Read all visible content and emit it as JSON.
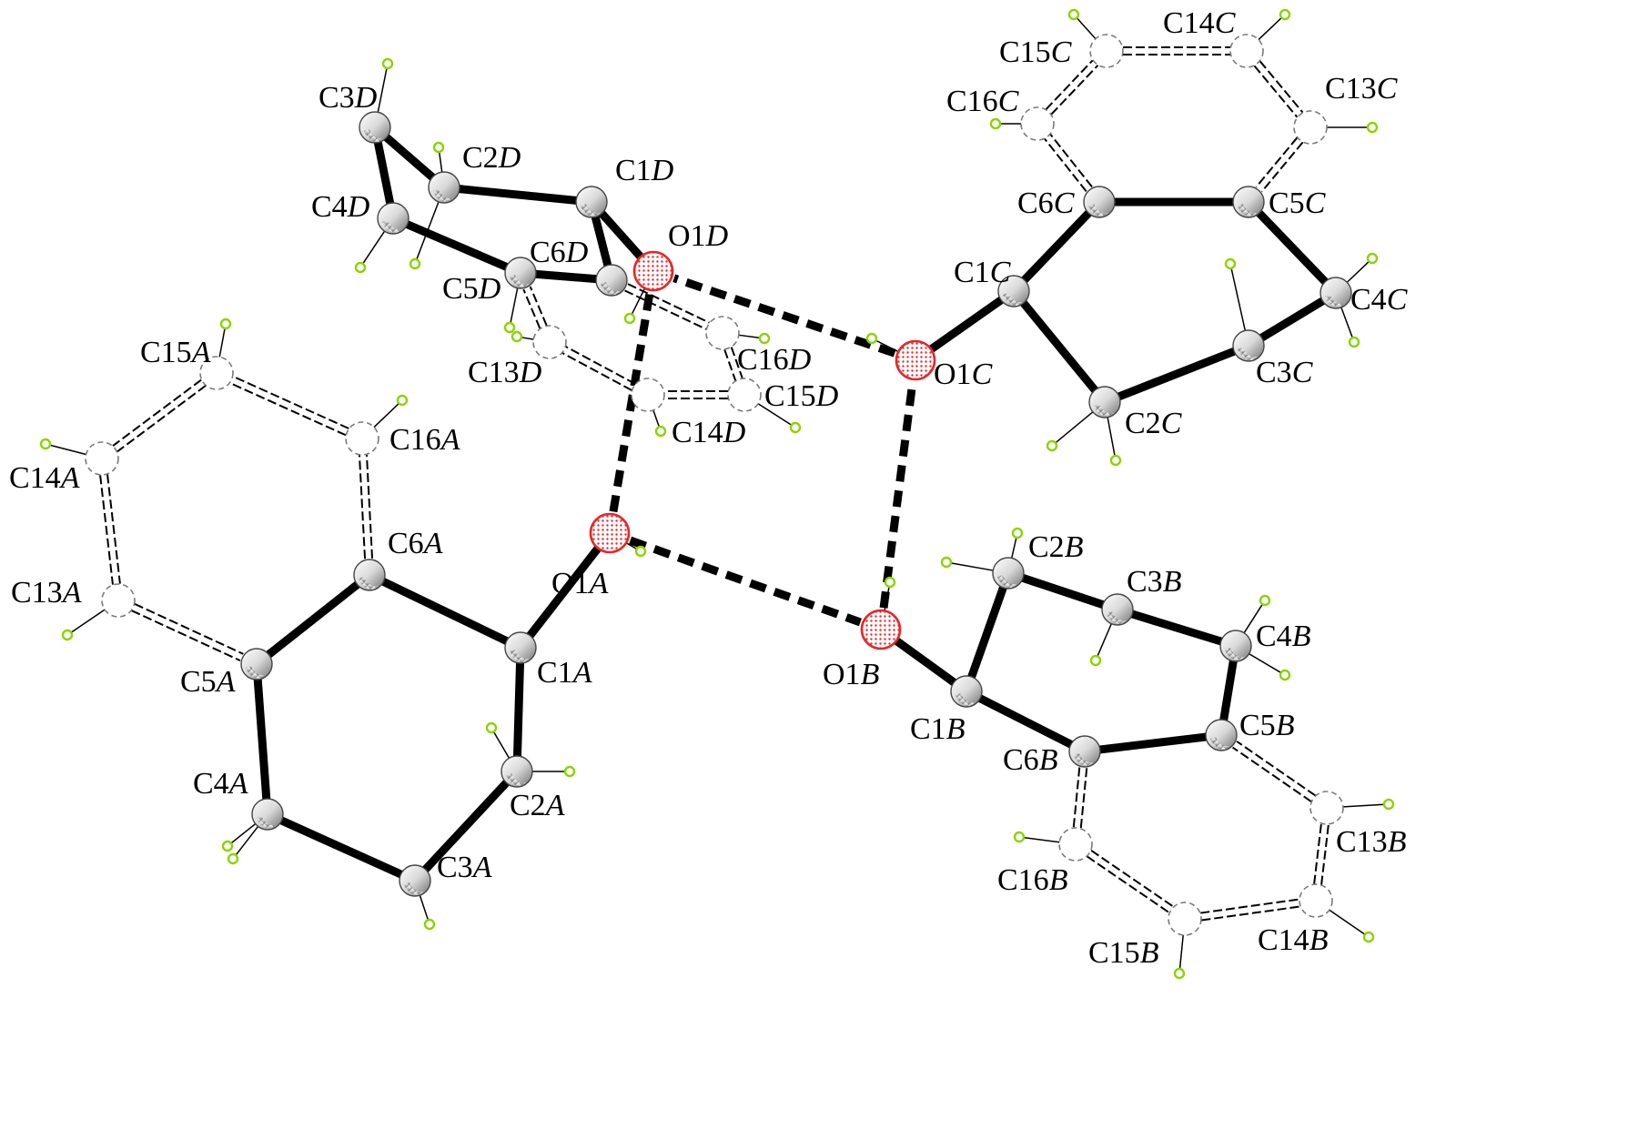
{
  "figure": {
    "molecules": [
      "A",
      "B",
      "C",
      "D"
    ],
    "atoms": [
      {
        "id": "C1A",
        "element": "C",
        "molecule": "A"
      },
      {
        "id": "C2A",
        "element": "C",
        "molecule": "A"
      },
      {
        "id": "C3A",
        "element": "C",
        "molecule": "A"
      },
      {
        "id": "C4A",
        "element": "C",
        "molecule": "A"
      },
      {
        "id": "C5A",
        "element": "C",
        "molecule": "A"
      },
      {
        "id": "C6A",
        "element": "C",
        "molecule": "A"
      },
      {
        "id": "C13A",
        "element": "C",
        "molecule": "A",
        "disordered": true
      },
      {
        "id": "C14A",
        "element": "C",
        "molecule": "A",
        "disordered": true
      },
      {
        "id": "C15A",
        "element": "C",
        "molecule": "A",
        "disordered": true
      },
      {
        "id": "C16A",
        "element": "C",
        "molecule": "A",
        "disordered": true
      },
      {
        "id": "O1A",
        "element": "O",
        "molecule": "A"
      },
      {
        "id": "C1B",
        "element": "C",
        "molecule": "B"
      },
      {
        "id": "C2B",
        "element": "C",
        "molecule": "B"
      },
      {
        "id": "C3B",
        "element": "C",
        "molecule": "B"
      },
      {
        "id": "C4B",
        "element": "C",
        "molecule": "B"
      },
      {
        "id": "C5B",
        "element": "C",
        "molecule": "B"
      },
      {
        "id": "C6B",
        "element": "C",
        "molecule": "B"
      },
      {
        "id": "C13B",
        "element": "C",
        "molecule": "B",
        "disordered": true
      },
      {
        "id": "C14B",
        "element": "C",
        "molecule": "B",
        "disordered": true
      },
      {
        "id": "C15B",
        "element": "C",
        "molecule": "B",
        "disordered": true
      },
      {
        "id": "C16B",
        "element": "C",
        "molecule": "B",
        "disordered": true
      },
      {
        "id": "O1B",
        "element": "O",
        "molecule": "B"
      },
      {
        "id": "C1C",
        "element": "C",
        "molecule": "C"
      },
      {
        "id": "C2C",
        "element": "C",
        "molecule": "C"
      },
      {
        "id": "C3C",
        "element": "C",
        "molecule": "C"
      },
      {
        "id": "C4C",
        "element": "C",
        "molecule": "C"
      },
      {
        "id": "C5C",
        "element": "C",
        "molecule": "C"
      },
      {
        "id": "C6C",
        "element": "C",
        "molecule": "C"
      },
      {
        "id": "C13C",
        "element": "C",
        "molecule": "C",
        "disordered": true
      },
      {
        "id": "C14C",
        "element": "C",
        "molecule": "C",
        "disordered": true
      },
      {
        "id": "C15C",
        "element": "C",
        "molecule": "C",
        "disordered": true
      },
      {
        "id": "C16C",
        "element": "C",
        "molecule": "C",
        "disordered": true
      },
      {
        "id": "O1C",
        "element": "O",
        "molecule": "C"
      },
      {
        "id": "C1D",
        "element": "C",
        "molecule": "D"
      },
      {
        "id": "C2D",
        "element": "C",
        "molecule": "D"
      },
      {
        "id": "C3D",
        "element": "C",
        "molecule": "D"
      },
      {
        "id": "C4D",
        "element": "C",
        "molecule": "D"
      },
      {
        "id": "C5D",
        "element": "C",
        "molecule": "D"
      },
      {
        "id": "C6D",
        "element": "C",
        "molecule": "D"
      },
      {
        "id": "C13D",
        "element": "C",
        "molecule": "D",
        "disordered": true
      },
      {
        "id": "C14D",
        "element": "C",
        "molecule": "D",
        "disordered": true
      },
      {
        "id": "C15D",
        "element": "C",
        "molecule": "D",
        "disordered": true
      },
      {
        "id": "C16D",
        "element": "C",
        "molecule": "D",
        "disordered": true
      },
      {
        "id": "O1D",
        "element": "O",
        "molecule": "D"
      }
    ],
    "labels": [
      {
        "atom": "C1A",
        "num": "C1",
        "mol": "A"
      },
      {
        "atom": "C2A",
        "num": "C2",
        "mol": "A"
      },
      {
        "atom": "C3A",
        "num": "C3",
        "mol": "A"
      },
      {
        "atom": "C4A",
        "num": "C4",
        "mol": "A"
      },
      {
        "atom": "C5A",
        "num": "C5",
        "mol": "A"
      },
      {
        "atom": "C6A",
        "num": "C6",
        "mol": "A"
      },
      {
        "atom": "C13A",
        "num": "C13",
        "mol": "A"
      },
      {
        "atom": "C14A",
        "num": "C14",
        "mol": "A"
      },
      {
        "atom": "C15A",
        "num": "C15",
        "mol": "A"
      },
      {
        "atom": "C16A",
        "num": "C16",
        "mol": "A"
      },
      {
        "atom": "O1A",
        "num": "O1",
        "mol": "A"
      },
      {
        "atom": "C1B",
        "num": "C1",
        "mol": "B"
      },
      {
        "atom": "C2B",
        "num": "C2",
        "mol": "B"
      },
      {
        "atom": "C3B",
        "num": "C3",
        "mol": "B"
      },
      {
        "atom": "C4B",
        "num": "C4",
        "mol": "B"
      },
      {
        "atom": "C5B",
        "num": "C5",
        "mol": "B"
      },
      {
        "atom": "C6B",
        "num": "C6",
        "mol": "B"
      },
      {
        "atom": "C13B",
        "num": "C13",
        "mol": "B"
      },
      {
        "atom": "C14B",
        "num": "C14",
        "mol": "B"
      },
      {
        "atom": "C15B",
        "num": "C15",
        "mol": "B"
      },
      {
        "atom": "C16B",
        "num": "C16",
        "mol": "B"
      },
      {
        "atom": "O1B",
        "num": "O1",
        "mol": "B"
      },
      {
        "atom": "C1C",
        "num": "C1",
        "mol": "C"
      },
      {
        "atom": "C2C",
        "num": "C2",
        "mol": "C"
      },
      {
        "atom": "C3C",
        "num": "C3",
        "mol": "C"
      },
      {
        "atom": "C4C",
        "num": "C4",
        "mol": "C"
      },
      {
        "atom": "C5C",
        "num": "C5",
        "mol": "C"
      },
      {
        "atom": "C6C",
        "num": "C6",
        "mol": "C"
      },
      {
        "atom": "C13C",
        "num": "C13",
        "mol": "C"
      },
      {
        "atom": "C14C",
        "num": "C14",
        "mol": "C"
      },
      {
        "atom": "C15C",
        "num": "C15",
        "mol": "C"
      },
      {
        "atom": "C16C",
        "num": "C16",
        "mol": "C"
      },
      {
        "atom": "O1C",
        "num": "O1",
        "mol": "C"
      },
      {
        "atom": "C1D",
        "num": "C1",
        "mol": "D"
      },
      {
        "atom": "C2D",
        "num": "C2",
        "mol": "D"
      },
      {
        "atom": "C3D",
        "num": "C3",
        "mol": "D"
      },
      {
        "atom": "C4D",
        "num": "C4",
        "mol": "D"
      },
      {
        "atom": "C5D",
        "num": "C5",
        "mol": "D"
      },
      {
        "atom": "C6D",
        "num": "C6",
        "mol": "D"
      },
      {
        "atom": "C13D",
        "num": "C13",
        "mol": "D"
      },
      {
        "atom": "C14D",
        "num": "C14",
        "mol": "D"
      },
      {
        "atom": "C15D",
        "num": "C15",
        "mol": "D"
      },
      {
        "atom": "C16D",
        "num": "C16",
        "mol": "D"
      },
      {
        "atom": "O1D",
        "num": "O1",
        "mol": "D"
      }
    ],
    "bonds": {
      "single": [
        [
          "C1A",
          "C2A"
        ],
        [
          "C2A",
          "C3A"
        ],
        [
          "C3A",
          "C4A"
        ],
        [
          "C4A",
          "C5A"
        ],
        [
          "C5A",
          "C6A"
        ],
        [
          "C6A",
          "C1A"
        ],
        [
          "C1A",
          "O1A"
        ],
        [
          "C1B",
          "C2B"
        ],
        [
          "C2B",
          "C3B"
        ],
        [
          "C3B",
          "C4B"
        ],
        [
          "C4B",
          "C5B"
        ],
        [
          "C5B",
          "C6B"
        ],
        [
          "C6B",
          "C1B"
        ],
        [
          "C1B",
          "O1B"
        ],
        [
          "C1C",
          "C2C"
        ],
        [
          "C2C",
          "C3C"
        ],
        [
          "C3C",
          "C4C"
        ],
        [
          "C4C",
          "C5C"
        ],
        [
          "C5C",
          "C6C"
        ],
        [
          "C6C",
          "C1C"
        ],
        [
          "C1C",
          "O1C"
        ],
        [
          "C1D",
          "C2D"
        ],
        [
          "C2D",
          "C3D"
        ],
        [
          "C3D",
          "C4D"
        ],
        [
          "C4D",
          "C5D"
        ],
        [
          "C5D",
          "C6D"
        ],
        [
          "C6D",
          "C1D"
        ],
        [
          "C1D",
          "O1D"
        ]
      ],
      "disordered": [
        [
          "C6A",
          "C16A"
        ],
        [
          "C16A",
          "C15A"
        ],
        [
          "C15A",
          "C14A"
        ],
        [
          "C14A",
          "C13A"
        ],
        [
          "C13A",
          "C5A"
        ],
        [
          "C6B",
          "C16B"
        ],
        [
          "C16B",
          "C15B"
        ],
        [
          "C15B",
          "C14B"
        ],
        [
          "C14B",
          "C13B"
        ],
        [
          "C13B",
          "C5B"
        ],
        [
          "C6C",
          "C16C"
        ],
        [
          "C16C",
          "C15C"
        ],
        [
          "C15C",
          "C14C"
        ],
        [
          "C14C",
          "C13C"
        ],
        [
          "C13C",
          "C5C"
        ],
        [
          "C6D",
          "C16D"
        ],
        [
          "C16D",
          "C15D"
        ],
        [
          "C15D",
          "C14D"
        ],
        [
          "C14D",
          "C13D"
        ],
        [
          "C13D",
          "C5D"
        ]
      ],
      "hydrogen_bonds": [
        [
          "O1A",
          "O1D"
        ],
        [
          "O1A",
          "O1B"
        ],
        [
          "O1B",
          "O1C"
        ],
        [
          "O1C",
          "O1D"
        ]
      ]
    },
    "colors": {
      "oxygen": "#e8262a",
      "carbon": "#c8c8c8",
      "hydrogen": "#8bd400",
      "bond": "#000000"
    }
  }
}
